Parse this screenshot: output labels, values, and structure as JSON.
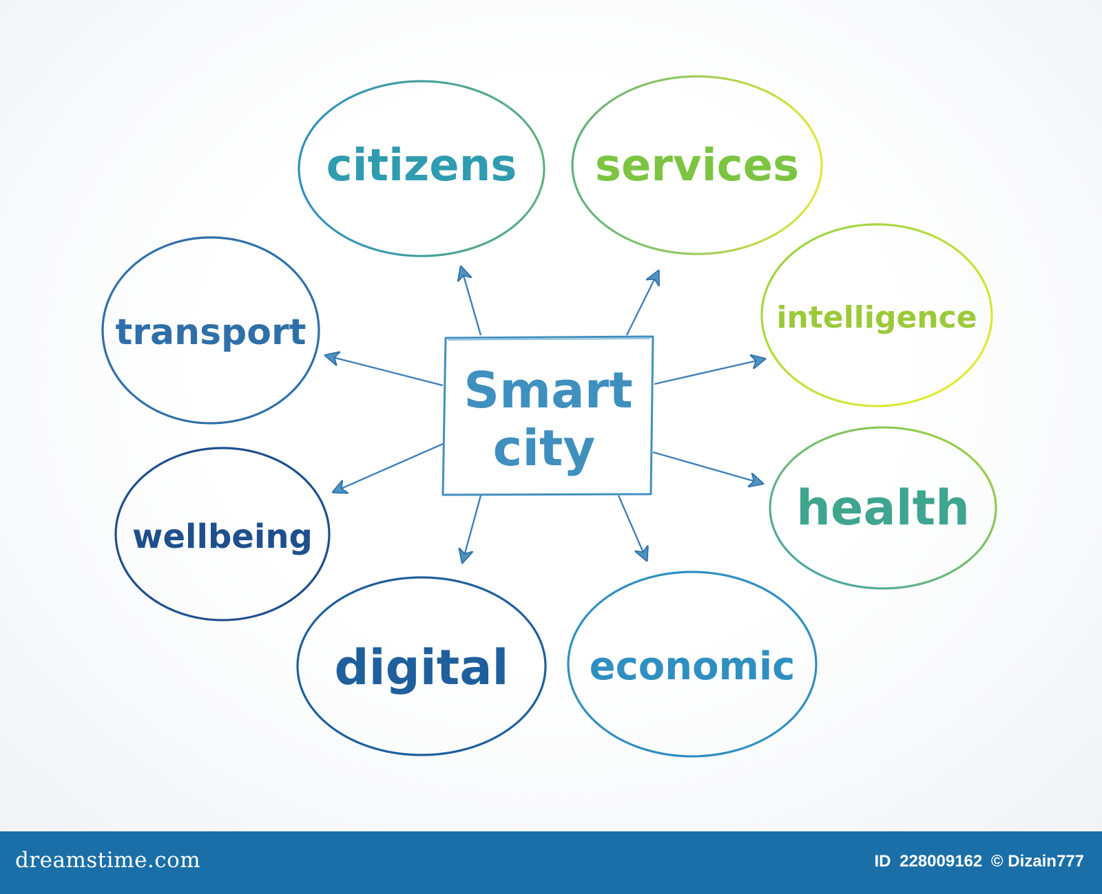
{
  "diagram": {
    "center": {
      "line1": "Smart",
      "line2": "city",
      "color": "#3f8fbf"
    },
    "nodes": [
      {
        "id": "citizens",
        "label": "citizens",
        "color": "#2f9cb0"
      },
      {
        "id": "services",
        "label": "services",
        "color": "#7cc441"
      },
      {
        "id": "intelligence",
        "label": "intelligence",
        "color": "#9cc93a"
      },
      {
        "id": "health",
        "label": "health",
        "color": "#3fa58f"
      },
      {
        "id": "economic",
        "label": "economic",
        "color": "#2f8fc0"
      },
      {
        "id": "digital",
        "label": "digital",
        "color": "#1f5f9c"
      },
      {
        "id": "wellbeing",
        "label": "wellbeing",
        "color": "#1f4f8c"
      },
      {
        "id": "transport",
        "label": "transport",
        "color": "#2f6fa8"
      }
    ]
  },
  "footer": {
    "brand": "dreamstime.com",
    "id_label": "ID",
    "id_value": "228009162",
    "credit": "© Dizain777",
    "background": "#1b6fa8"
  }
}
